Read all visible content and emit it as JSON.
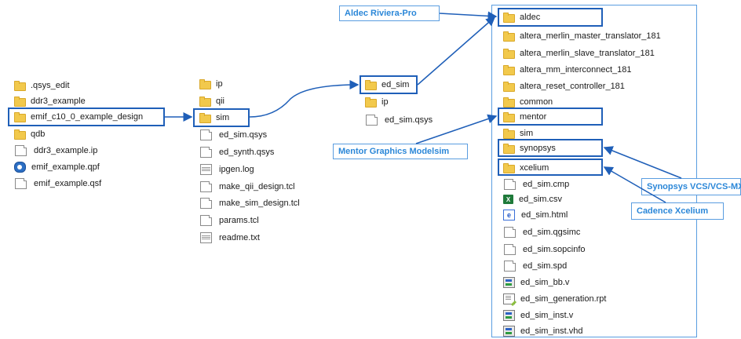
{
  "root_folder": [
    {
      "name": ".qsys_edit",
      "icon": "folder-icon"
    },
    {
      "name": "ddr3_example",
      "icon": "folder-icon"
    },
    {
      "name": "emif_c10_0_example_design",
      "icon": "folder-icon"
    },
    {
      "name": "qdb",
      "icon": "folder-icon"
    },
    {
      "name": "ddr3_example.ip",
      "icon": "file-icon"
    },
    {
      "name": "emif_example.qpf",
      "icon": "quartus-project-icon"
    },
    {
      "name": "emif_example.qsf",
      "icon": "file-icon"
    }
  ],
  "example_design_folder": [
    {
      "name": "ip",
      "icon": "folder-icon"
    },
    {
      "name": "qii",
      "icon": "folder-icon"
    },
    {
      "name": "sim",
      "icon": "folder-icon"
    },
    {
      "name": "ed_sim.qsys",
      "icon": "file-icon"
    },
    {
      "name": "ed_synth.qsys",
      "icon": "file-icon"
    },
    {
      "name": "ipgen.log",
      "icon": "text-file-icon"
    },
    {
      "name": "make_qii_design.tcl",
      "icon": "file-icon"
    },
    {
      "name": "make_sim_design.tcl",
      "icon": "file-icon"
    },
    {
      "name": "params.tcl",
      "icon": "file-icon"
    },
    {
      "name": "readme.txt",
      "icon": "text-file-icon"
    }
  ],
  "sim_folder": [
    {
      "name": "ed_sim",
      "icon": "folder-icon"
    },
    {
      "name": "ip",
      "icon": "folder-icon"
    },
    {
      "name": "ed_sim.qsys",
      "icon": "file-icon"
    }
  ],
  "ed_sim_folder": [
    {
      "name": "aldec",
      "icon": "folder-icon"
    },
    {
      "name": "altera_merlin_master_translator_181",
      "icon": "folder-icon"
    },
    {
      "name": "altera_merlin_slave_translator_181",
      "icon": "folder-icon"
    },
    {
      "name": "altera_mm_interconnect_181",
      "icon": "folder-icon"
    },
    {
      "name": "altera_reset_controller_181",
      "icon": "folder-icon"
    },
    {
      "name": "common",
      "icon": "folder-icon"
    },
    {
      "name": "mentor",
      "icon": "folder-icon"
    },
    {
      "name": "sim",
      "icon": "folder-icon"
    },
    {
      "name": "synopsys",
      "icon": "folder-icon"
    },
    {
      "name": "xcelium",
      "icon": "folder-icon"
    },
    {
      "name": "ed_sim.cmp",
      "icon": "file-icon"
    },
    {
      "name": "ed_sim.csv",
      "icon": "excel-icon"
    },
    {
      "name": "ed_sim.html",
      "icon": "html-icon"
    },
    {
      "name": "ed_sim.qgsimc",
      "icon": "file-icon"
    },
    {
      "name": "ed_sim.sopcinfo",
      "icon": "file-icon"
    },
    {
      "name": "ed_sim.spd",
      "icon": "file-icon"
    },
    {
      "name": "ed_sim_bb.v",
      "icon": "verilog-icon"
    },
    {
      "name": "ed_sim_generation.rpt",
      "icon": "report-icon"
    },
    {
      "name": "ed_sim_inst.v",
      "icon": "verilog-icon"
    },
    {
      "name": "ed_sim_inst.vhd",
      "icon": "verilog-icon"
    }
  ],
  "callouts": {
    "aldec": "Aldec Riviera-Pro",
    "mentor": "Mentor Graphics Modelsim",
    "synopsys": "Synopsys VCS/VCS-MX",
    "cadence": "Cadence Xcelium"
  },
  "colors": {
    "highlight": "#1f5fb8",
    "callout_text": "#2b87d8",
    "panel_border": "#5a9de0",
    "folder": "#f2c94c"
  }
}
